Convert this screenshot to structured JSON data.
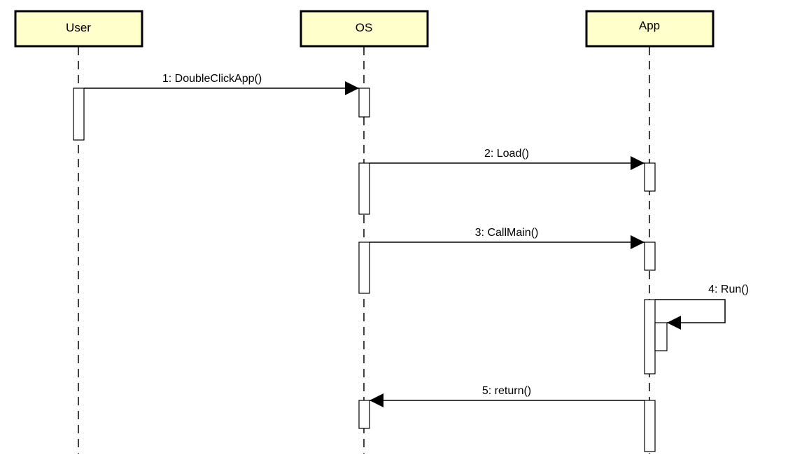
{
  "participants": [
    {
      "id": "user",
      "name": "User"
    },
    {
      "id": "os",
      "name": "OS"
    },
    {
      "id": "app",
      "name": "App"
    }
  ],
  "messages": [
    {
      "label": "1: DoubleClickApp()",
      "from": "user",
      "to": "os"
    },
    {
      "label": "2: Load()",
      "from": "os",
      "to": "app"
    },
    {
      "label": "3: CallMain()",
      "from": "os",
      "to": "app"
    },
    {
      "label": "4: Run()",
      "from": "app",
      "to": "app"
    },
    {
      "label": "5: return()",
      "from": "app",
      "to": "os"
    }
  ],
  "colors": {
    "participant_fill": "#FFFFCC",
    "line": "#000000",
    "activation_fill": "#FFFFFF"
  }
}
